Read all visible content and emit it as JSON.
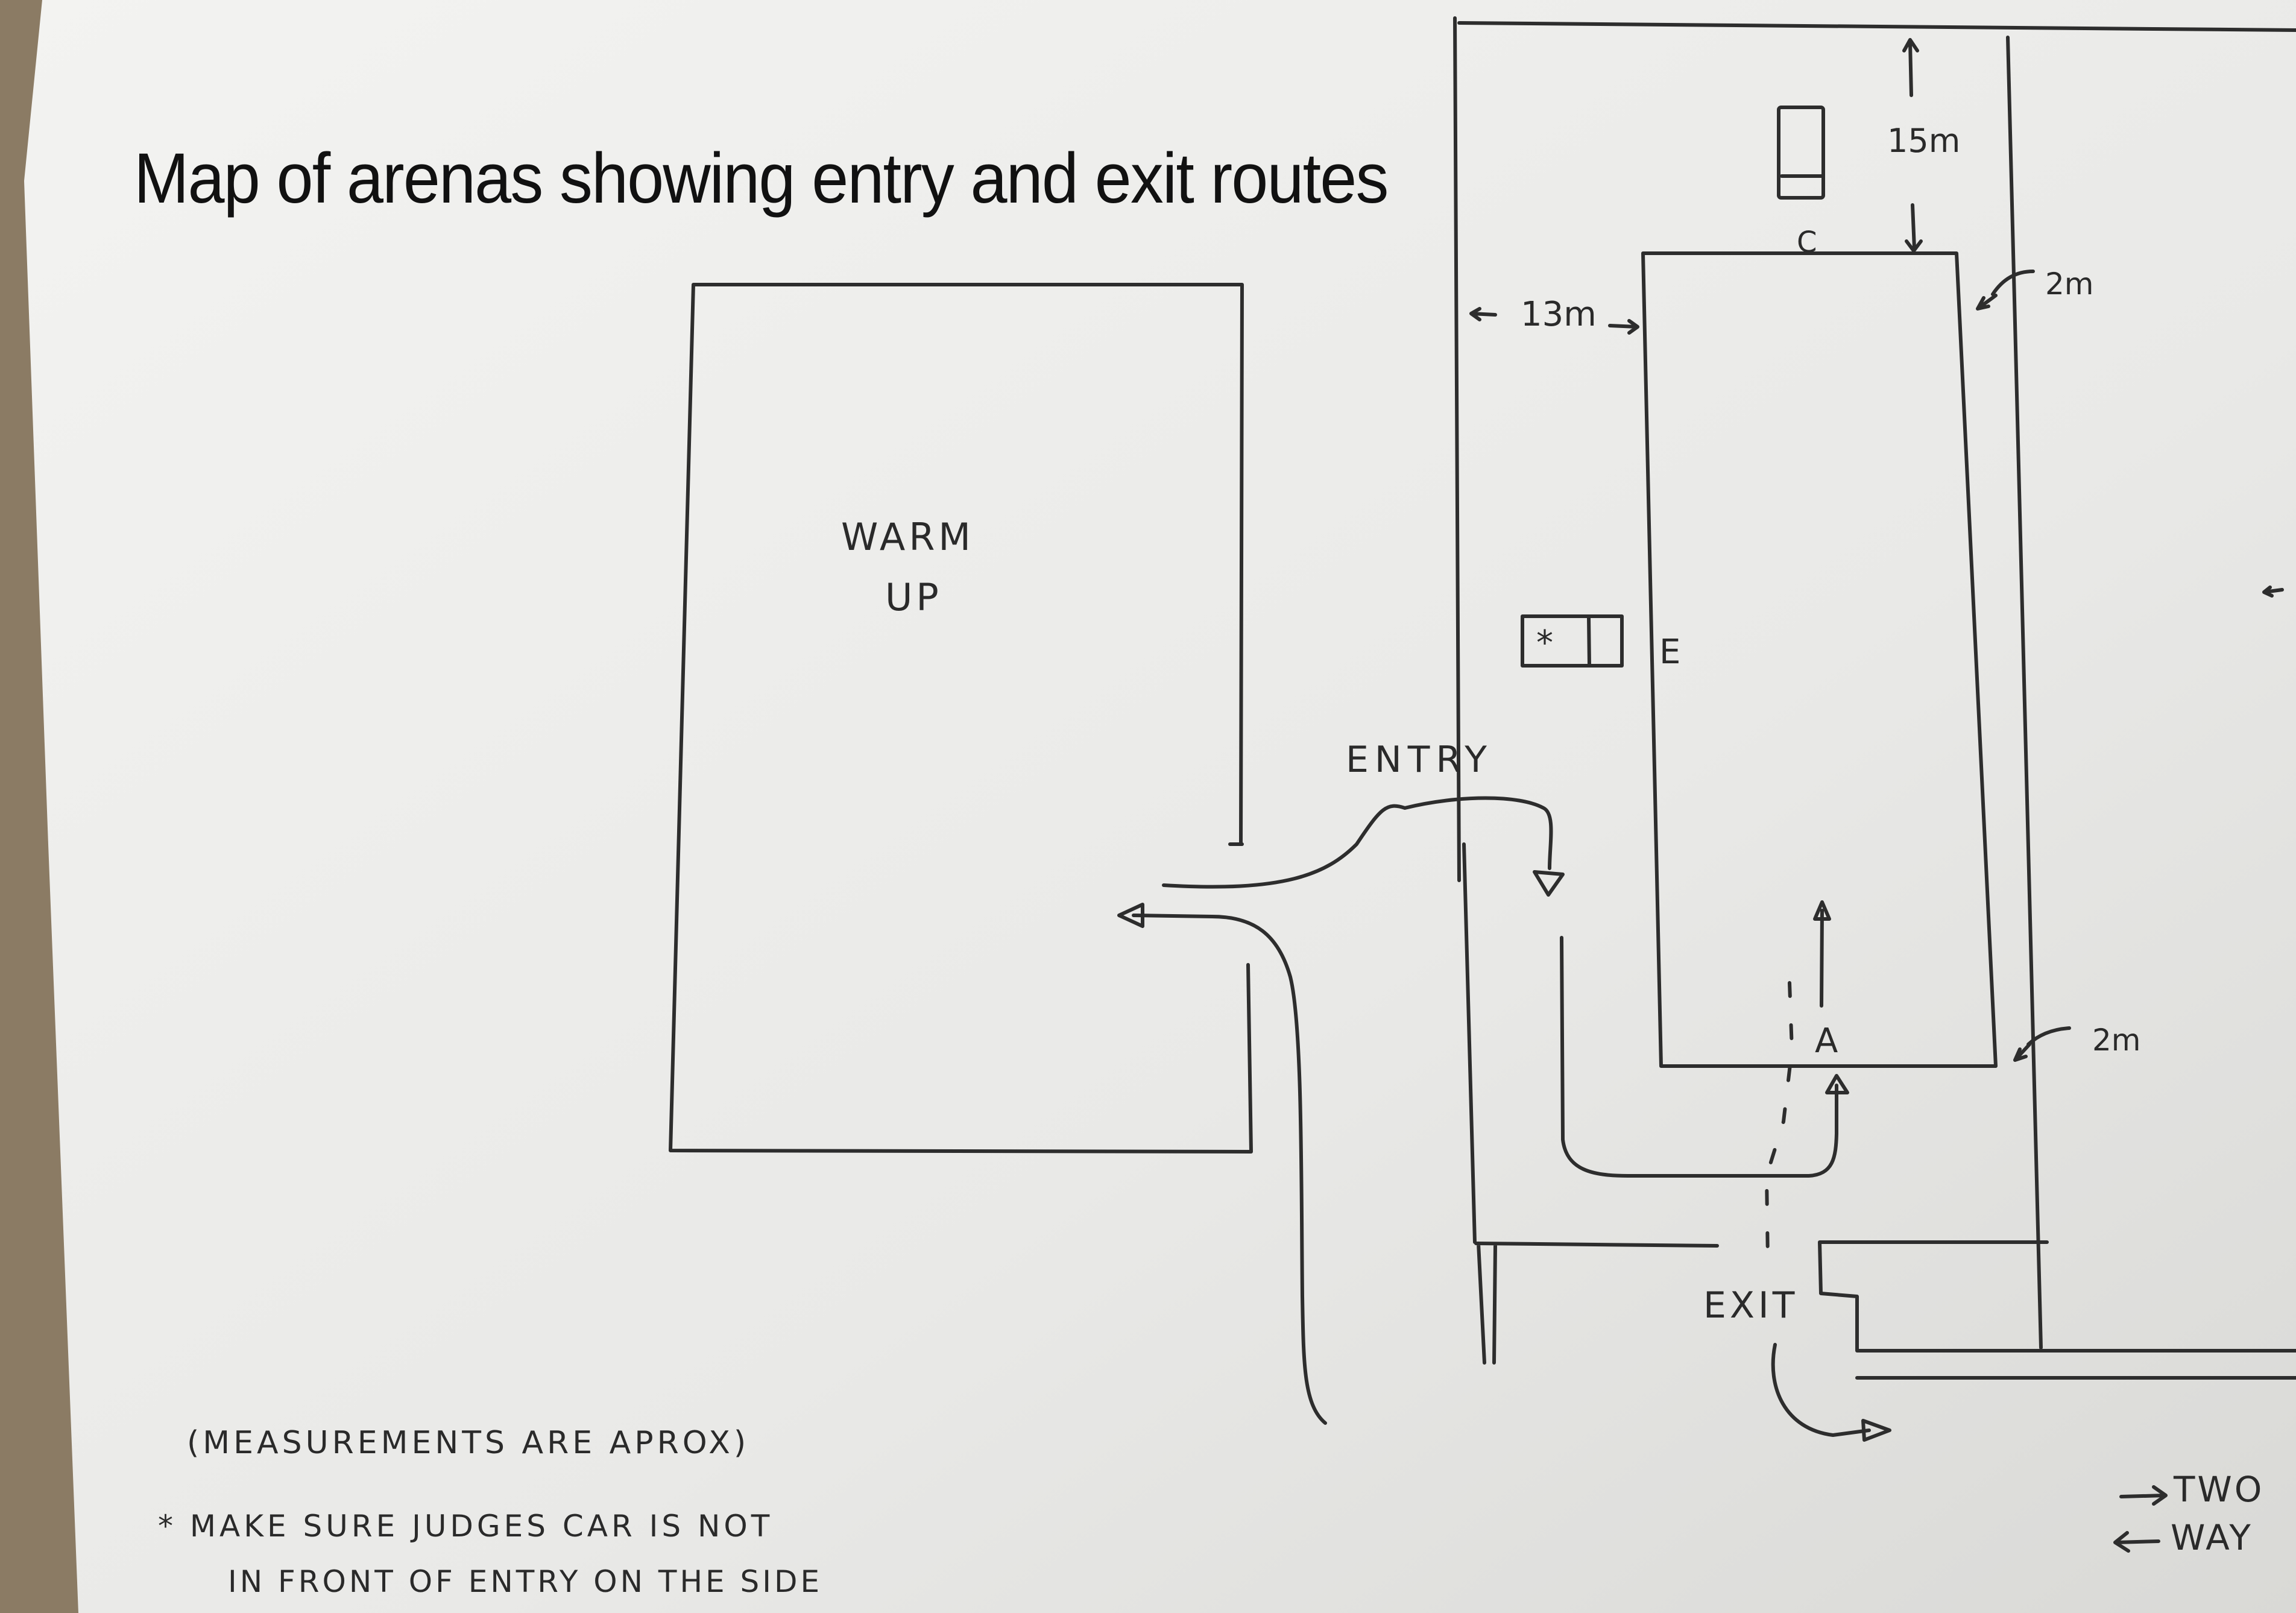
{
  "title": "Map of arenas showing entry and exit routes",
  "arenas": {
    "warm_up_label_line1": "WARM",
    "warm_up_label_line2": "UP"
  },
  "markers": {
    "c": "C",
    "e": "E",
    "a": "A",
    "judge_box_symbol": "*"
  },
  "routes": {
    "entry": "ENTRY",
    "exit": "EXIT"
  },
  "measurements": {
    "top_gap": "15m",
    "side_gap": "13m",
    "right_gap_top": "2m",
    "right_gap_bottom": "2m"
  },
  "notes": {
    "approx": "(MEASUREMENTS ARE APROX)",
    "judges_line1": "* MAKE SURE JUDGES CAR IS NOT",
    "judges_line2": "IN FRONT OF ENTRY ON THE SIDE"
  },
  "legend": {
    "line1": "TWO",
    "line2": "WAY"
  },
  "colors": {
    "paper": "#ededeb",
    "ink": "#2a2a2a",
    "background": "#8b7b64"
  }
}
